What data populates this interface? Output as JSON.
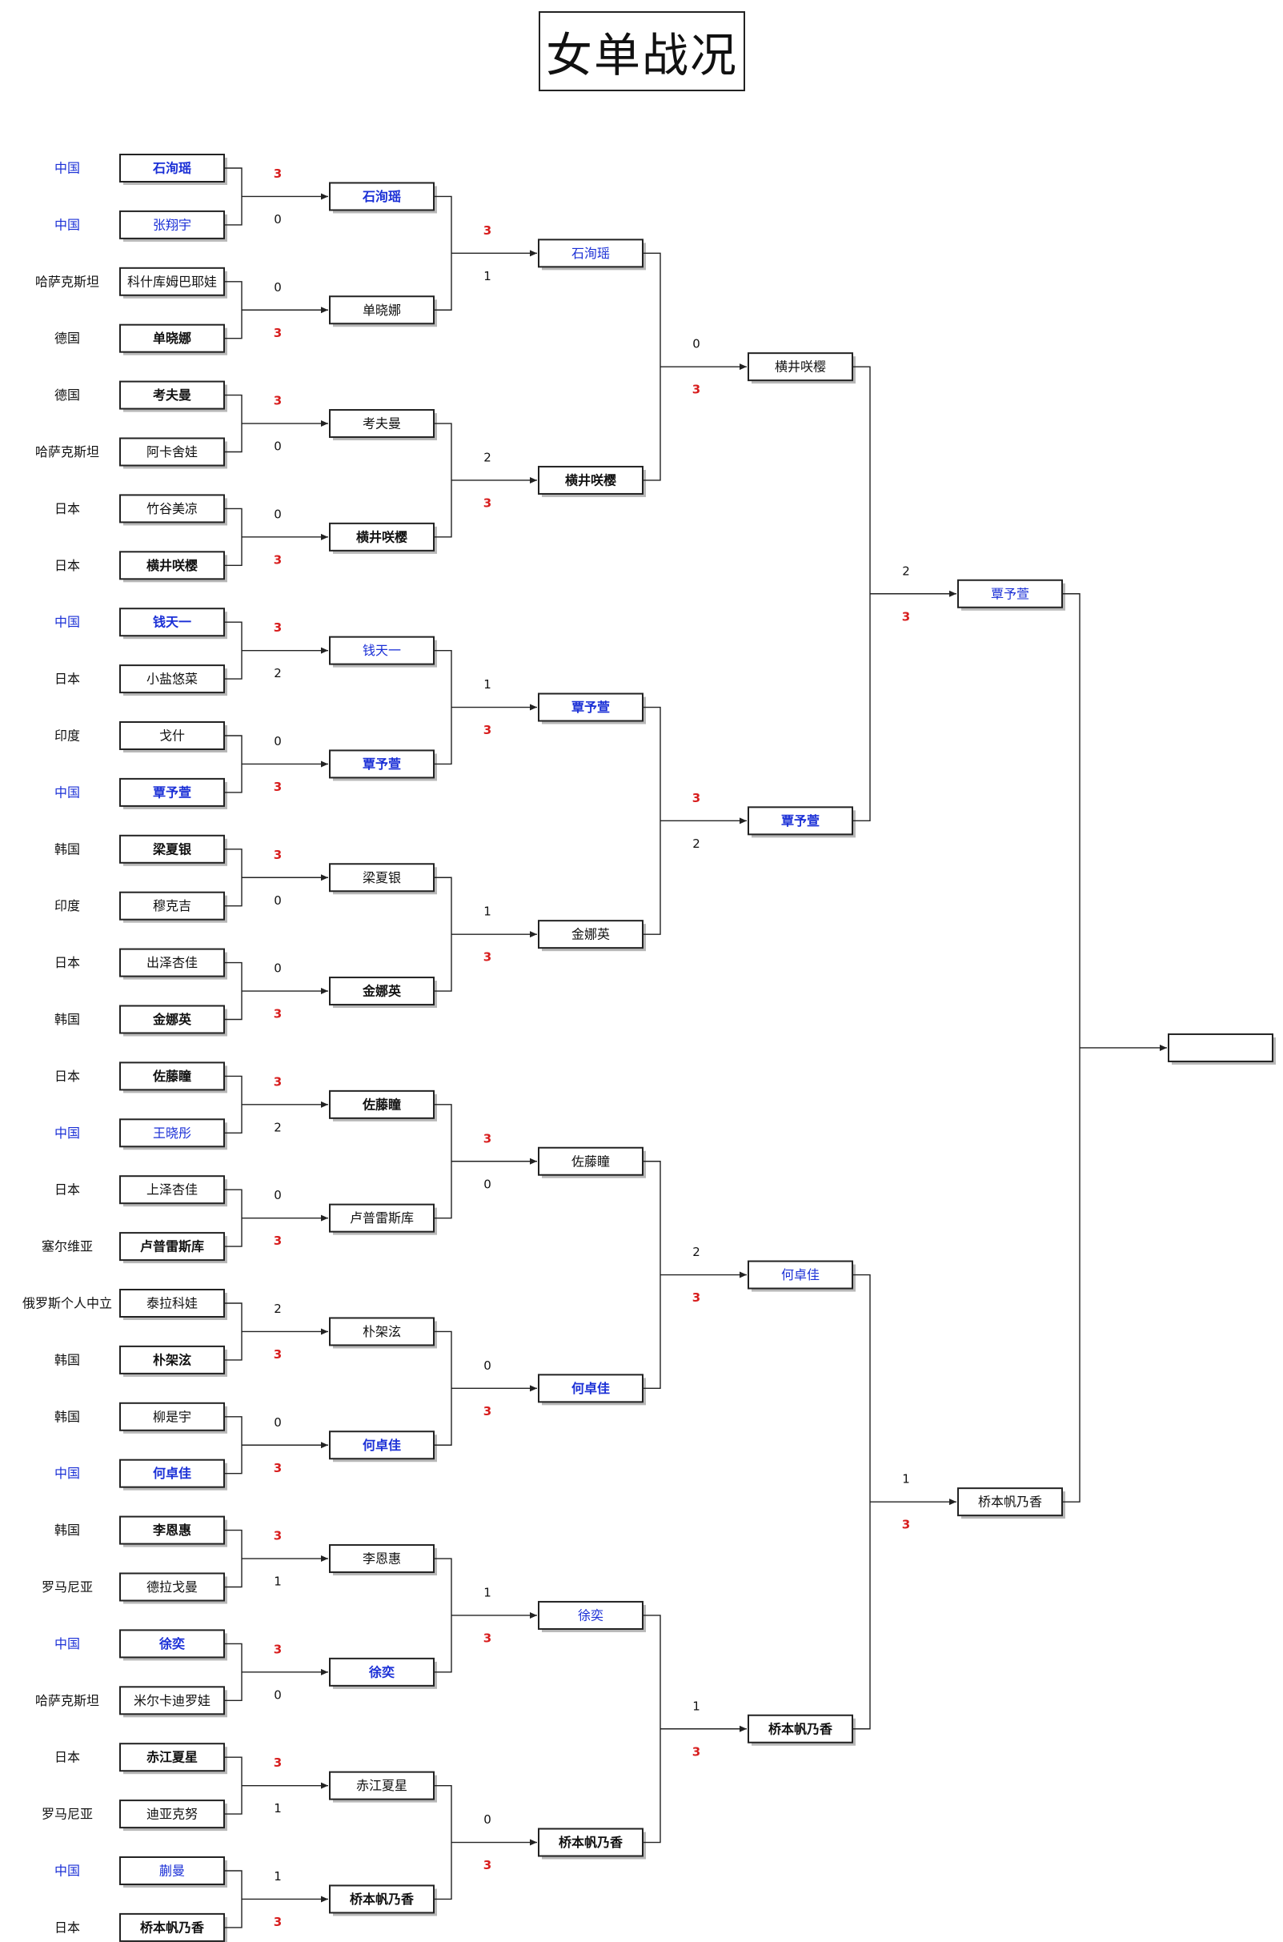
{
  "title": "女单战况",
  "colors": {
    "china": "#1a2fd6",
    "default": "#111111",
    "win_score": "#d81e1e",
    "lose_score": "#111111"
  },
  "rounds": [
    [
      {
        "c1": "中国",
        "p1": "石洵瑶",
        "s1": 3,
        "c2": "中国",
        "p2": "张翔宇",
        "s2": 0
      },
      {
        "c1": "哈萨克斯坦",
        "p1": "科什库姆巴耶娃",
        "s1": 0,
        "c2": "德国",
        "p2": "单晓娜",
        "s2": 3
      },
      {
        "c1": "德国",
        "p1": "考夫曼",
        "s1": 3,
        "c2": "哈萨克斯坦",
        "p2": "阿卡舍娃",
        "s2": 0
      },
      {
        "c1": "日本",
        "p1": "竹谷美凉",
        "s1": 0,
        "c2": "日本",
        "p2": "横井咲樱",
        "s2": 3
      },
      {
        "c1": "中国",
        "p1": "钱天一",
        "s1": 3,
        "c2": "日本",
        "p2": "小盐悠菜",
        "s2": 2
      },
      {
        "c1": "印度",
        "p1": "戈什",
        "s1": 0,
        "c2": "中国",
        "p2": "覃予萱",
        "s2": 3
      },
      {
        "c1": "韩国",
        "p1": "梁夏银",
        "s1": 3,
        "c2": "印度",
        "p2": "穆克吉",
        "s2": 0
      },
      {
        "c1": "日本",
        "p1": "出泽杏佳",
        "s1": 0,
        "c2": "韩国",
        "p2": "金娜英",
        "s2": 3
      },
      {
        "c1": "日本",
        "p1": "佐藤瞳",
        "s1": 3,
        "c2": "中国",
        "p2": "王晓彤",
        "s2": 2
      },
      {
        "c1": "日本",
        "p1": "上泽杏佳",
        "s1": 0,
        "c2": "塞尔维亚",
        "p2": "卢普雷斯库",
        "s2": 3
      },
      {
        "c1": "俄罗斯个人中立",
        "p1": "泰拉科娃",
        "s1": 2,
        "c2": "韩国",
        "p2": "朴架泫",
        "s2": 3
      },
      {
        "c1": "韩国",
        "p1": "柳是宇",
        "s1": 0,
        "c2": "中国",
        "p2": "何卓佳",
        "s2": 3
      },
      {
        "c1": "韩国",
        "p1": "李恩惠",
        "s1": 3,
        "c2": "罗马尼亚",
        "p2": "德拉戈曼",
        "s2": 1
      },
      {
        "c1": "中国",
        "p1": "徐奕",
        "s1": 3,
        "c2": "哈萨克斯坦",
        "p2": "米尔卡迪罗娃",
        "s2": 0
      },
      {
        "c1": "日本",
        "p1": "赤江夏星",
        "s1": 3,
        "c2": "罗马尼亚",
        "p2": "迪亚克努",
        "s2": 1
      },
      {
        "c1": "中国",
        "p1": "蒯曼",
        "s1": 1,
        "c2": "日本",
        "p2": "桥本帆乃香",
        "s2": 3
      }
    ],
    [
      {
        "p1": "石洵瑶",
        "s1": 3,
        "p2": "单晓娜",
        "s2": 1
      },
      {
        "p1": "考夫曼",
        "s1": 2,
        "p2": "横井咲樱",
        "s2": 3
      },
      {
        "p1": "钱天一",
        "s1": 1,
        "p2": "覃予萱",
        "s2": 3
      },
      {
        "p1": "梁夏银",
        "s1": 1,
        "p2": "金娜英",
        "s2": 3
      },
      {
        "p1": "佐藤瞳",
        "s1": 3,
        "p2": "卢普雷斯库",
        "s2": 0
      },
      {
        "p1": "朴架泫",
        "s1": 0,
        "p2": "何卓佳",
        "s2": 3
      },
      {
        "p1": "李恩惠",
        "s1": 1,
        "p2": "徐奕",
        "s2": 3
      },
      {
        "p1": "赤江夏星",
        "s1": 0,
        "p2": "桥本帆乃香",
        "s2": 3
      }
    ],
    [
      {
        "p1": "石洵瑶",
        "s1": 0,
        "p2": "横井咲樱",
        "s2": 3
      },
      {
        "p1": "覃予萱",
        "s1": 3,
        "p2": "金娜英",
        "s2": 2
      },
      {
        "p1": "佐藤瞳",
        "s1": 2,
        "p2": "何卓佳",
        "s2": 3
      },
      {
        "p1": "徐奕",
        "s1": 1,
        "p2": "桥本帆乃香",
        "s2": 3
      }
    ],
    [
      {
        "p1": "横井咲樱",
        "s1": 2,
        "p2": "覃予萱",
        "s2": 3
      },
      {
        "p1": "何卓佳",
        "s1": 1,
        "p2": "桥本帆乃香",
        "s2": 3
      }
    ],
    [
      {
        "p1": "覃予萱",
        "s1": "",
        "p2": "桥本帆乃香",
        "s2": ""
      }
    ]
  ],
  "final_winner": ""
}
